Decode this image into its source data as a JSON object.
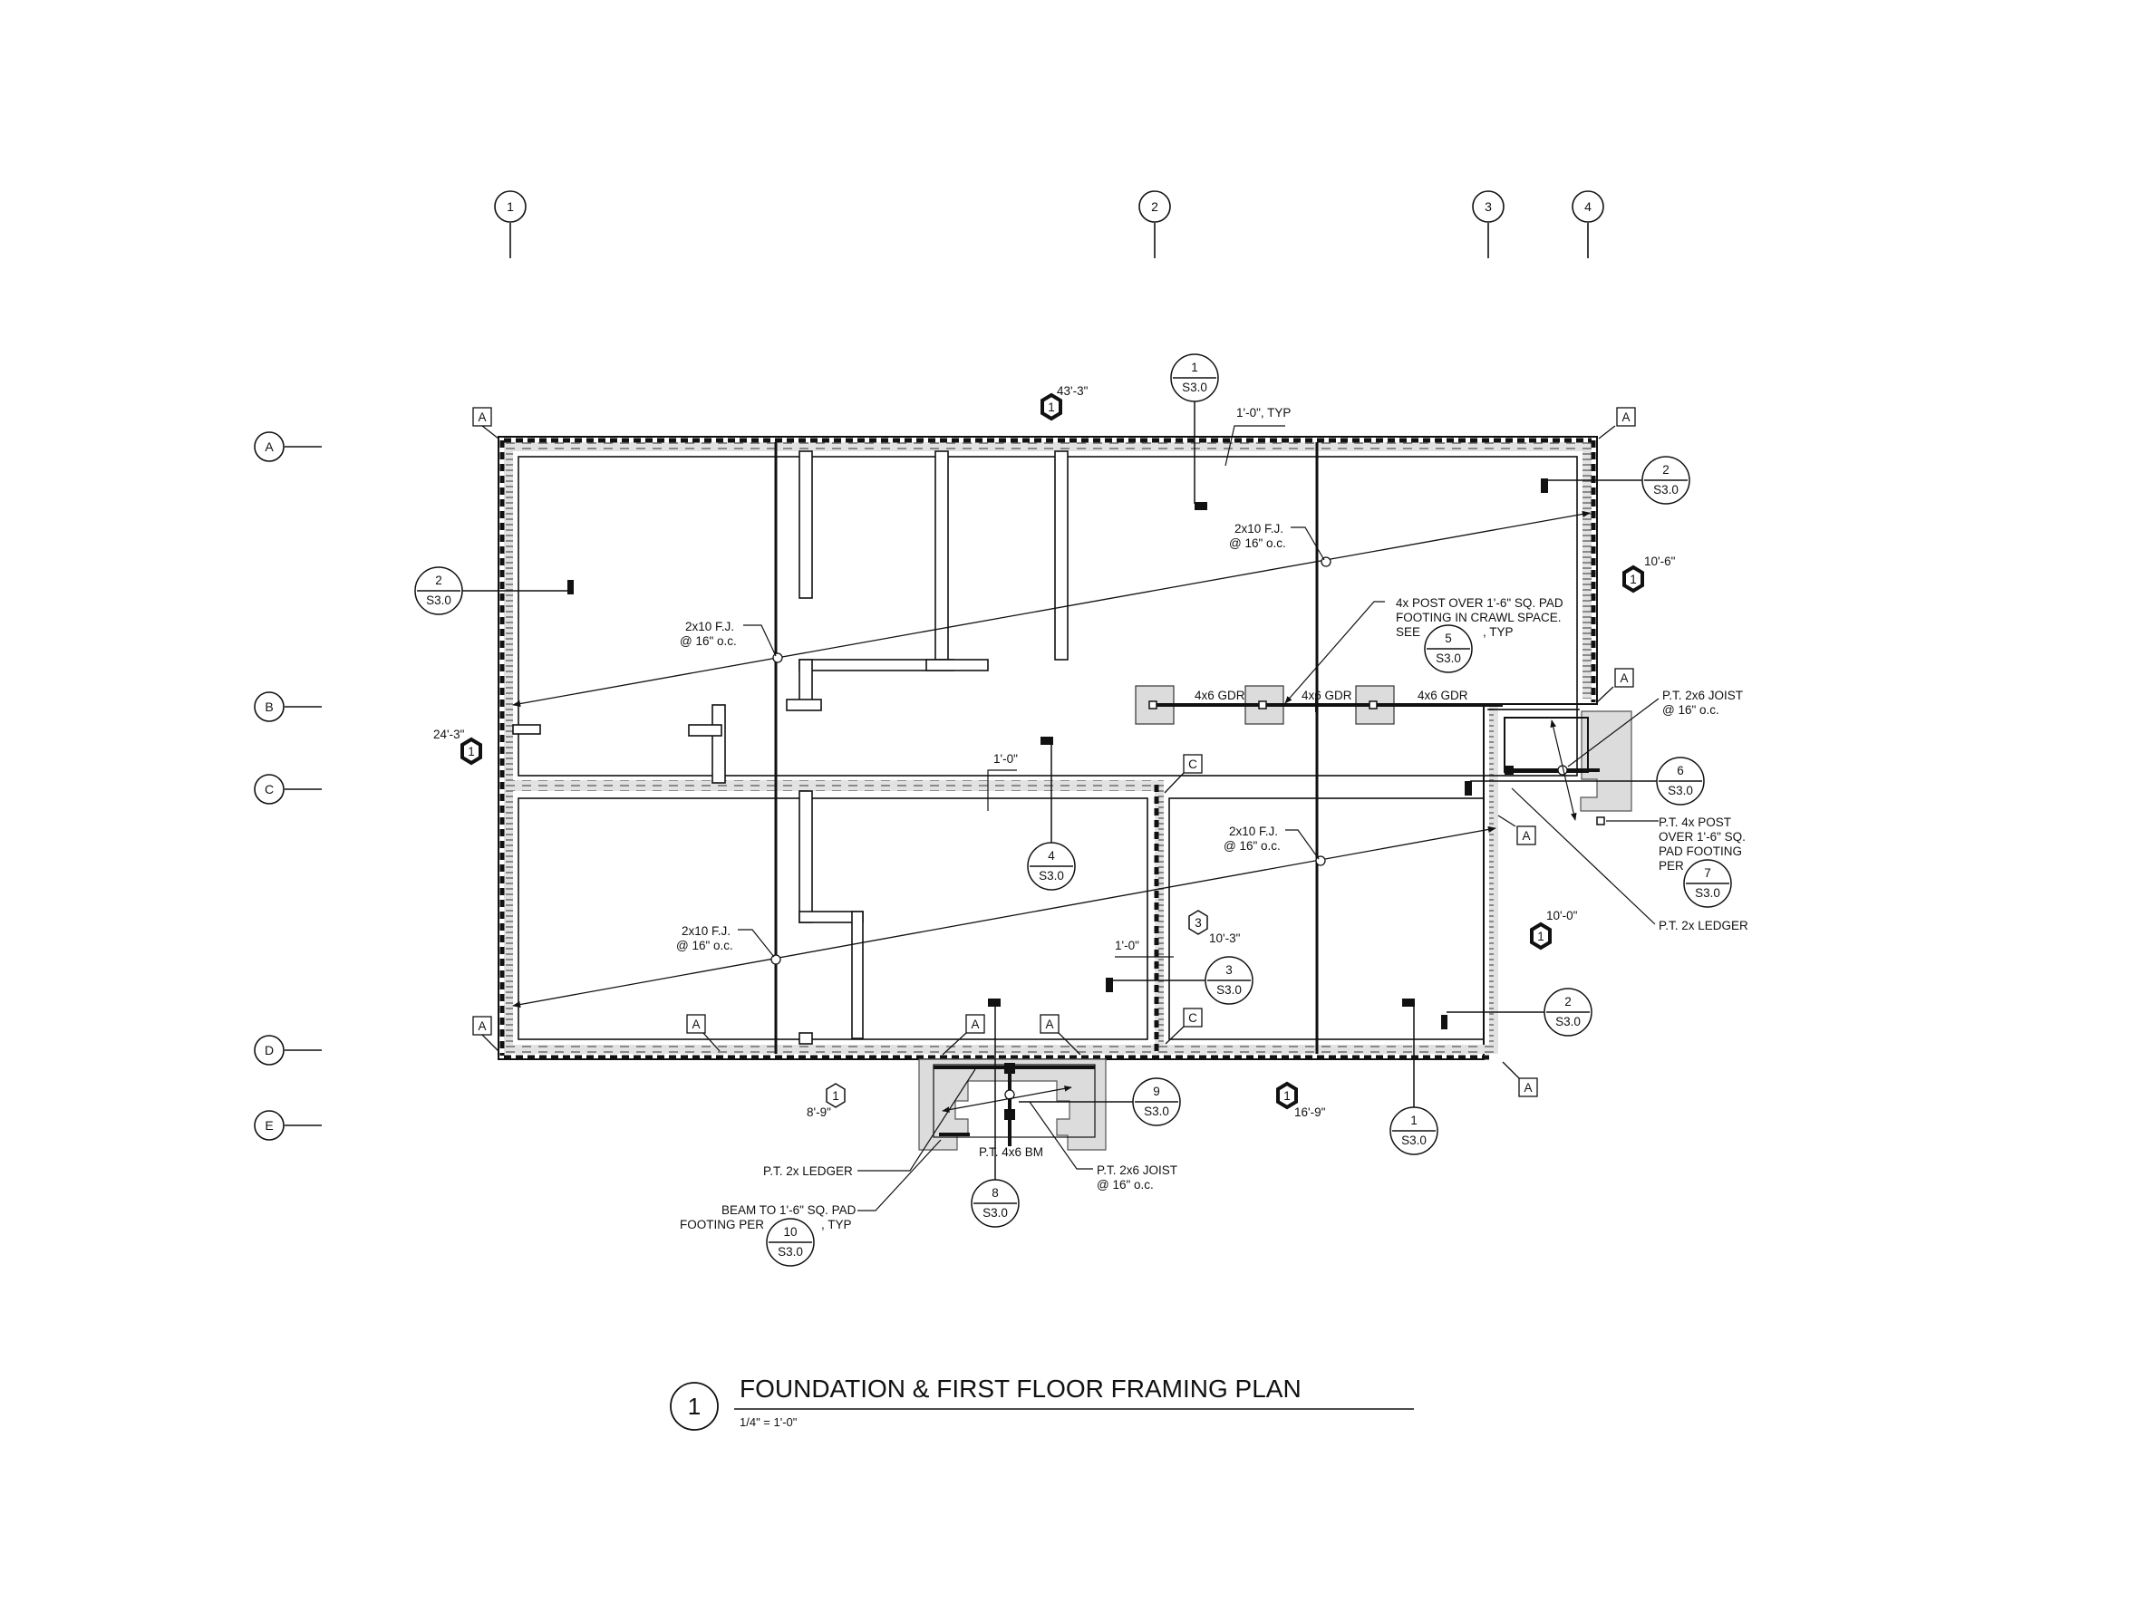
{
  "title": {
    "number": "1",
    "text": "FOUNDATION & FIRST FLOOR FRAMING PLAN",
    "scale": "1/4\" = 1'-0\""
  },
  "grid": {
    "columns": [
      "1",
      "2",
      "3",
      "4"
    ],
    "rows": [
      "A",
      "B",
      "C",
      "D",
      "E"
    ]
  },
  "dimension_tags": {
    "top": "43'-3\"",
    "left": "24'-3\"",
    "right_upper": "10'-6\"",
    "right_lower": "10'-0\"",
    "bottom_left": "8'-9\"",
    "bottom_right": "16'-9\"",
    "center": "10'-3\""
  },
  "tag_numbers": {
    "one": "1",
    "three": "3"
  },
  "section_refs": [
    {
      "num": "1",
      "sheet": "S3.0"
    },
    {
      "num": "2",
      "sheet": "S3.0"
    },
    {
      "num": "2",
      "sheet": "S3.0"
    },
    {
      "num": "4",
      "sheet": "S3.0"
    },
    {
      "num": "5",
      "sheet": "S3.0"
    },
    {
      "num": "6",
      "sheet": "S3.0"
    },
    {
      "num": "7",
      "sheet": "S3.0"
    },
    {
      "num": "3",
      "sheet": "S3.0"
    },
    {
      "num": "2",
      "sheet": "S3.0"
    },
    {
      "num": "9",
      "sheet": "S3.0"
    },
    {
      "num": "1",
      "sheet": "S3.0"
    },
    {
      "num": "8",
      "sheet": "S3.0"
    },
    {
      "num": "10",
      "sheet": "S3.0"
    }
  ],
  "wall_tags": {
    "a": "A",
    "c": "C"
  },
  "notes": {
    "typ_1_0": "1'-0\", TYP",
    "dim_1_0": "1'-0\"",
    "fj_line1": "2x10 F.J.",
    "fj_line2": "@ 16\" o.c.",
    "post_line1": "4x POST OVER 1'-6\" SQ. PAD",
    "post_line2": "FOOTING IN CRAWL SPACE.",
    "post_see": "SEE",
    "post_typ": ", TYP",
    "gdr": "4x6 GDR",
    "pt_joist_line1": "P.T. 2x6 JOIST",
    "pt_joist_line2": "@ 16\" o.c.",
    "pt_post_line1": "P.T. 4x POST",
    "pt_post_line2": "OVER 1'-6\" SQ.",
    "pt_post_line3": "PAD FOOTING",
    "pt_post_line4": "PER",
    "pt_ledger": "P.T. 2x LEDGER",
    "pt_beam": "P.T. 4x6 BM",
    "beam_line1": "BEAM TO 1'-6\" SQ. PAD",
    "beam_line2": "FOOTING PER",
    "beam_typ": ", TYP"
  }
}
